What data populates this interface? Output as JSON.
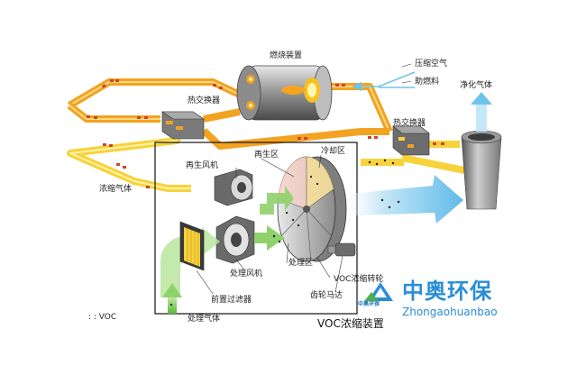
{
  "labels": {
    "combustion_unit": "燃烧装置",
    "compressed_air": "压缩空气",
    "auxiliary_fuel": "助燃料",
    "clean_gas": "净化气体",
    "heat_exchanger_left": "热交换器",
    "heat_exchanger_right": "热交换器",
    "concentrated_gas": "浓缩气体",
    "regen_fan": "再生风机",
    "regen_zone": "再生区",
    "cooling_zone": "冷却区",
    "process_fan": "处理风机",
    "process_zone": "处理区",
    "voc_rotor": "VOC浓缩转轮",
    "gear_motor": "齿轮马达",
    "pre_filter": "前置过滤器",
    "process_gas": "处理气体",
    "voc_legend": ": : VOC",
    "voc_device": "VOC浓缩装置"
  },
  "brand": {
    "name_cn": "中奥环保",
    "name_en": "Zhongaohuanbao",
    "logo_caption": "中奥环保"
  },
  "colors": {
    "orange_duct": "#f2a321",
    "orange_duct_dark": "#e07a12",
    "yellow_duct": "#f7d23a",
    "green_flow": "#8fd16a",
    "blue_flow": "#6ec3ea",
    "brand_blue": "#2a8dd6"
  }
}
